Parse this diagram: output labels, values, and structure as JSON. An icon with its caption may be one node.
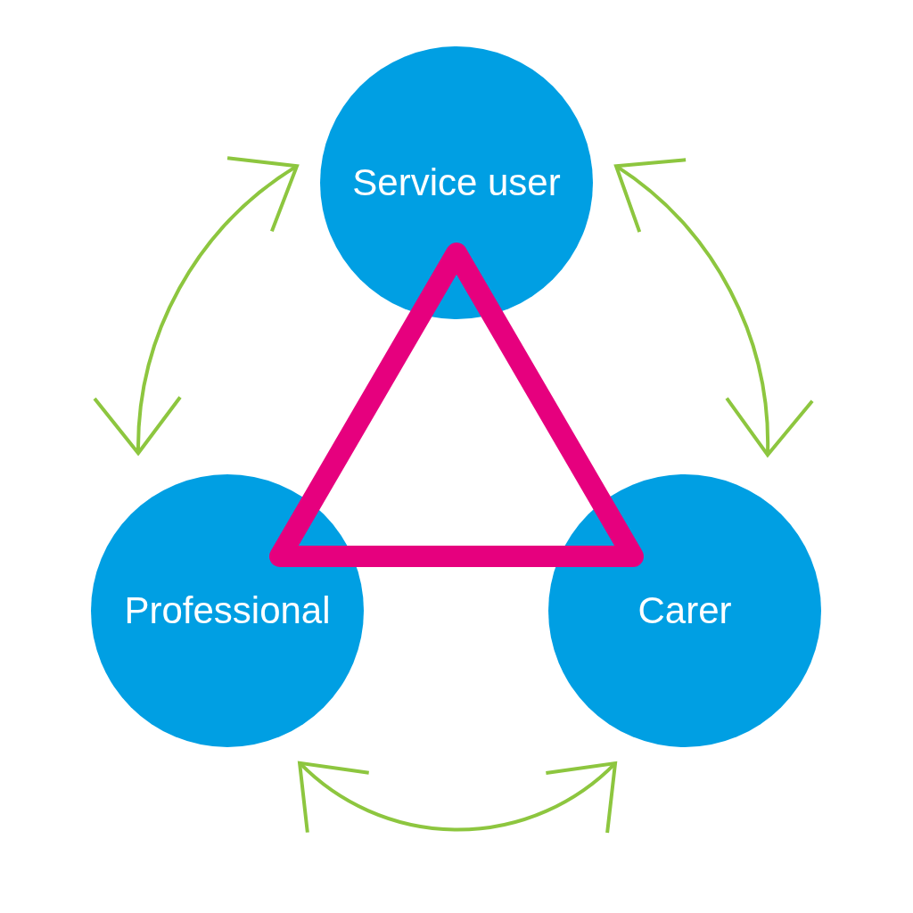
{
  "diagram": {
    "nodes": [
      {
        "text": [
          "Service user"
        ]
      },
      {
        "text": [
          "Professional"
        ]
      },
      {
        "text": [
          "Carer"
        ]
      }
    ],
    "edges": [
      {
        "from": 0,
        "to": 1,
        "arrow": "both"
      },
      {
        "from": 0,
        "to": 2,
        "arrow": "both"
      },
      {
        "from": 1,
        "to": 2,
        "arrow": "both"
      }
    ]
  }
}
